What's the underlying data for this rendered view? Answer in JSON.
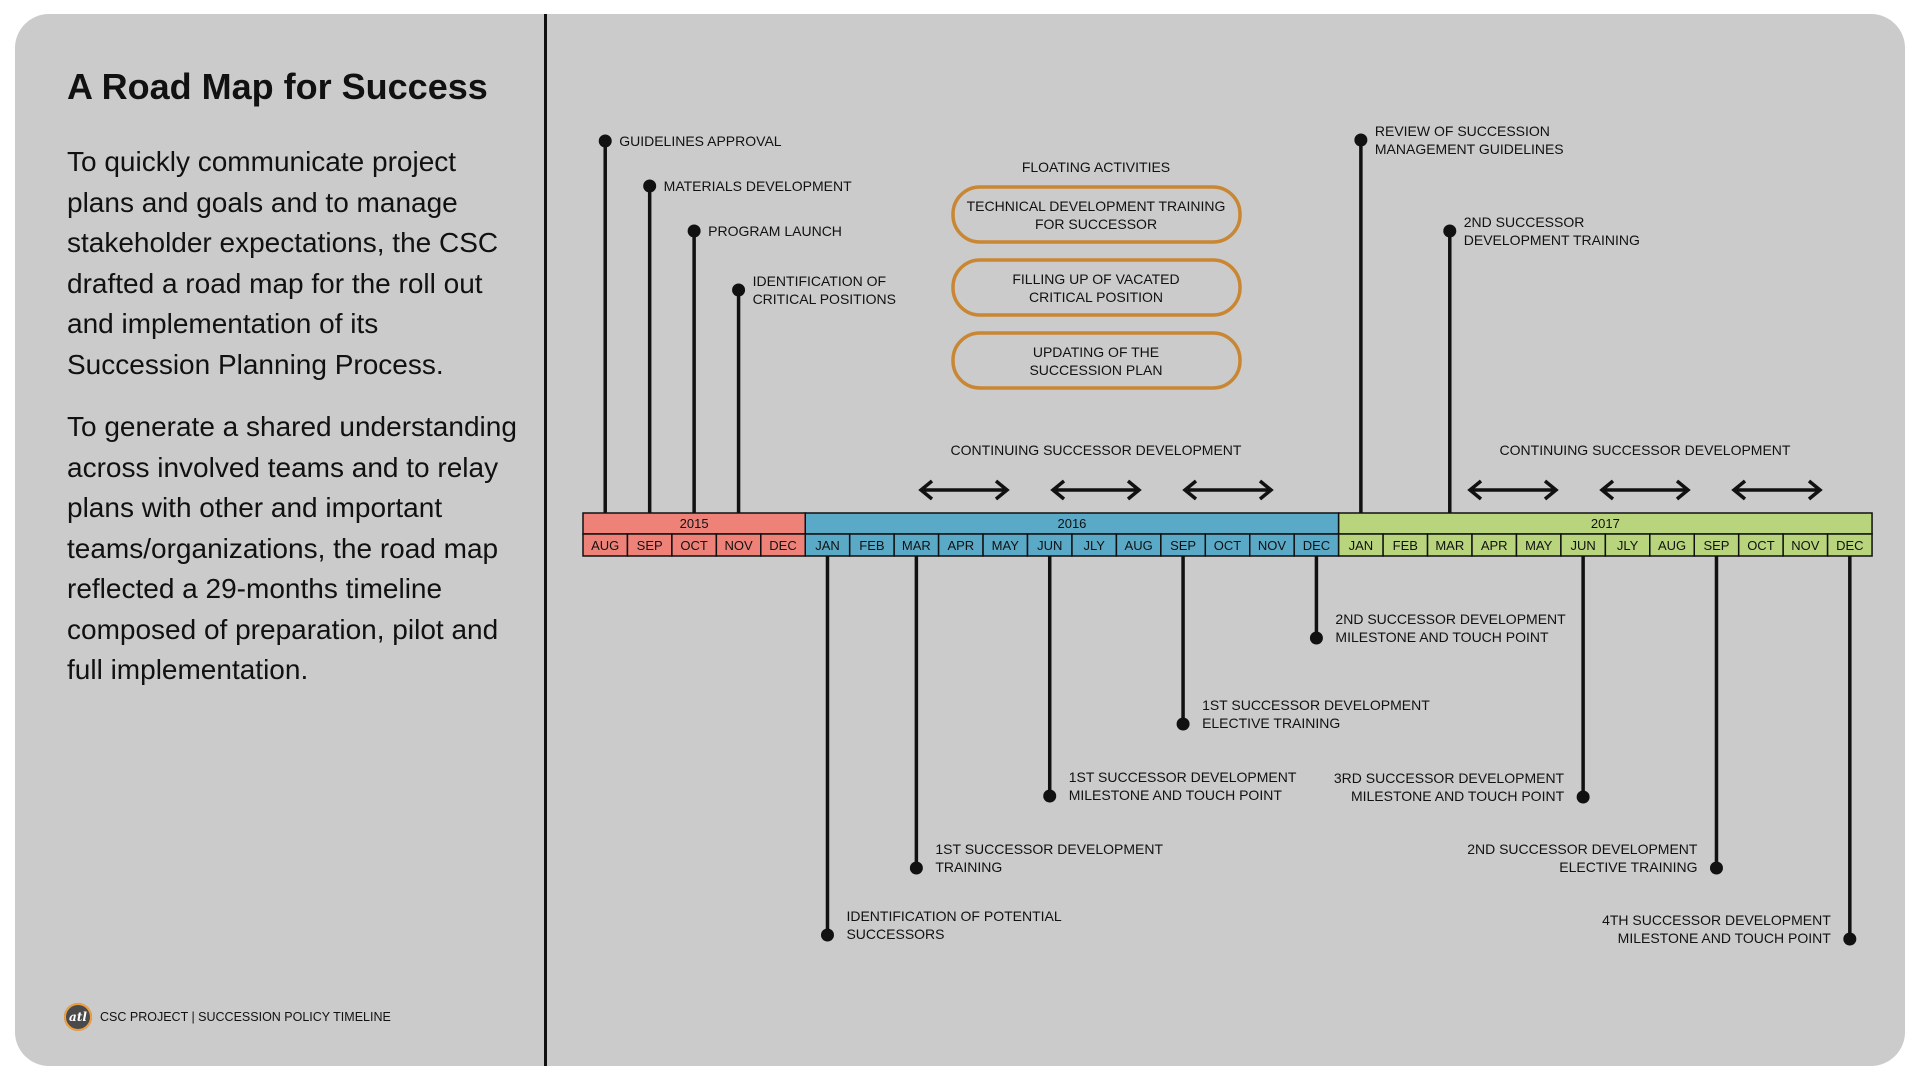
{
  "sidebar": {
    "title": "A Road Map for Success",
    "paragraph1": "To quickly communicate project plans and goals and to manage stakeholder expectations, the CSC drafted a road map for the roll out and implementation of its Succession Planning Process.",
    "paragraph2": "To generate a shared understanding across involved teams and to relay plans with other and important teams/organizations, the road map reflected a 29-months timeline composed of preparation, pilot and full implementation.",
    "footer": "CSC PROJECT | SUCCESSION POLICY TIMELINE",
    "logo_text": "atl"
  },
  "timeline": {
    "years": [
      {
        "label": "2015",
        "color": "#ef8278",
        "months": [
          "AUG",
          "SEP",
          "OCT",
          "NOV",
          "DEC"
        ]
      },
      {
        "label": "2016",
        "color": "#5aa9c6",
        "months": [
          "JAN",
          "FEB",
          "MAR",
          "APR",
          "MAY",
          "JUN",
          "JLY",
          "AUG",
          "SEP",
          "OCT",
          "NOV",
          "DEC"
        ]
      },
      {
        "label": "2017",
        "color": "#b8d47c",
        "months": [
          "JAN",
          "FEB",
          "MAR",
          "APR",
          "MAY",
          "JUN",
          "JLY",
          "AUG",
          "SEP",
          "OCT",
          "NOV",
          "DEC"
        ]
      }
    ],
    "milestones_above": [
      {
        "month": 0,
        "lines": [
          "GUIDELINES APPROVAL"
        ]
      },
      {
        "month": 1,
        "lines": [
          "MATERIALS DEVELOPMENT"
        ]
      },
      {
        "month": 2,
        "lines": [
          "PROGRAM LAUNCH"
        ]
      },
      {
        "month": 3,
        "lines": [
          "IDENTIFICATION OF",
          "CRITICAL POSITIONS"
        ]
      },
      {
        "month": 17,
        "lines": [
          "REVIEW OF SUCCESSION",
          "MANAGEMENT GUIDELINES"
        ]
      },
      {
        "month": 19,
        "lines": [
          "2ND SUCCESSOR",
          "DEVELOPMENT TRAINING"
        ]
      }
    ],
    "milestones_below": [
      {
        "month": 5,
        "lines": [
          "IDENTIFICATION OF POTENTIAL",
          "SUCCESSORS"
        ]
      },
      {
        "month": 7,
        "lines": [
          "1ST SUCCESSOR DEVELOPMENT",
          "TRAINING"
        ]
      },
      {
        "month": 10,
        "lines": [
          "1ST SUCCESSOR DEVELOPMENT",
          "MILESTONE AND TOUCH POINT"
        ]
      },
      {
        "month": 13,
        "lines": [
          "1ST SUCCESSOR DEVELOPMENT",
          "ELECTIVE TRAINING"
        ]
      },
      {
        "month": 16,
        "lines": [
          "2ND SUCCESSOR DEVELOPMENT",
          "MILESTONE AND TOUCH POINT"
        ]
      },
      {
        "month": 22,
        "lines": [
          "3RD SUCCESSOR DEVELOPMENT",
          "MILESTONE AND TOUCH POINT"
        ]
      },
      {
        "month": 25,
        "lines": [
          "2ND SUCCESSOR DEVELOPMENT",
          "ELECTIVE TRAINING"
        ]
      },
      {
        "month": 28,
        "lines": [
          "4TH SUCCESSOR DEVELOPMENT",
          "MILESTONE AND TOUCH POINT"
        ]
      }
    ],
    "floating": {
      "title": "FLOATING ACTIVITIES",
      "border_color": "#c98633",
      "items": [
        [
          "TECHNICAL DEVELOPMENT TRAINING",
          "FOR SUCCESSOR"
        ],
        [
          "FILLING UP OF VACATED",
          "CRITICAL POSITION"
        ],
        [
          "UPDATING OF THE",
          "SUCCESSION PLAN"
        ]
      ]
    },
    "continuing": [
      {
        "label": "CONTINUING SUCCESSOR DEVELOPMENT",
        "arrow_count": 3
      },
      {
        "label": "CONTINUING SUCCESSOR DEVELOPMENT",
        "arrow_count": 3
      }
    ]
  }
}
